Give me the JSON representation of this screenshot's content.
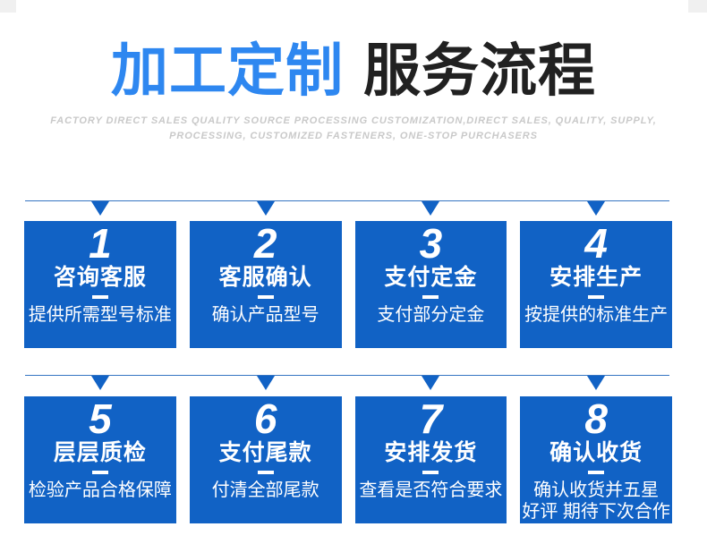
{
  "header": {
    "title_highlight": "加工定制",
    "title_rest": "服务流程",
    "subtitle_line1": "FACTORY DIRECT SALES QUALITY SOURCE PROCESSING CUSTOMIZATION,DIRECT SALES, QUALITY, SUPPLY,",
    "subtitle_line2": "PROCESSING, CUSTOMIZED FASTENERS, ONE-STOP PURCHASERS"
  },
  "steps": [
    {
      "number": "1",
      "title": "咨询客服",
      "desc": "提供所需型号标准"
    },
    {
      "number": "2",
      "title": "客服确认",
      "desc": "确认产品型号"
    },
    {
      "number": "3",
      "title": "支付定金",
      "desc": "支付部分定金"
    },
    {
      "number": "4",
      "title": "安排生产",
      "desc": "按提供的标准生产"
    },
    {
      "number": "5",
      "title": "层层质检",
      "desc": "检验产品合格保障"
    },
    {
      "number": "6",
      "title": "支付尾款",
      "desc": "付清全部尾款"
    },
    {
      "number": "7",
      "title": "安排发货",
      "desc": "查看是否符合要求"
    },
    {
      "number": "8",
      "title": "确认收货",
      "desc": "确认收货并五星\n好评 期待下次合作"
    }
  ],
  "icons": {
    "arrow_down": "triangle-down-css-shape"
  },
  "colors": {
    "accent-blue": "#2e87f0",
    "box-blue": "#1162c5",
    "line-blue": "#3575c2",
    "title-dark": "#212121",
    "subtitle-gray": "#c9c9c9"
  }
}
